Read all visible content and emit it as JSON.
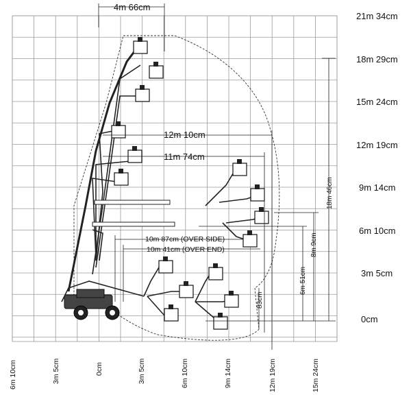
{
  "chart": {
    "y_labels": [
      "21m 34cm",
      "18m 29cm",
      "15m 24cm",
      "12m 19cm",
      "9m 14cm",
      "6m 10cm",
      "3m 5cm",
      "0cm"
    ],
    "x_labels": [
      "6m 10cm",
      "3m 5cm",
      "0cm",
      "3m 5cm",
      "6m 10cm",
      "9m 14cm",
      "12m 19cm",
      "15m 24cm"
    ],
    "top_dimension": "4m 66cm",
    "horizontal_dimensions": [
      "12m 10cm",
      "11m 74cm"
    ],
    "outreach_dimensions": [
      "10m 87cm (OVER SIDE)",
      "10m 41cm (OVER END)"
    ],
    "vertical_dimensions": [
      "18m 46cm",
      "8m 9cm",
      "6m 51cm",
      "83cm"
    ]
  }
}
